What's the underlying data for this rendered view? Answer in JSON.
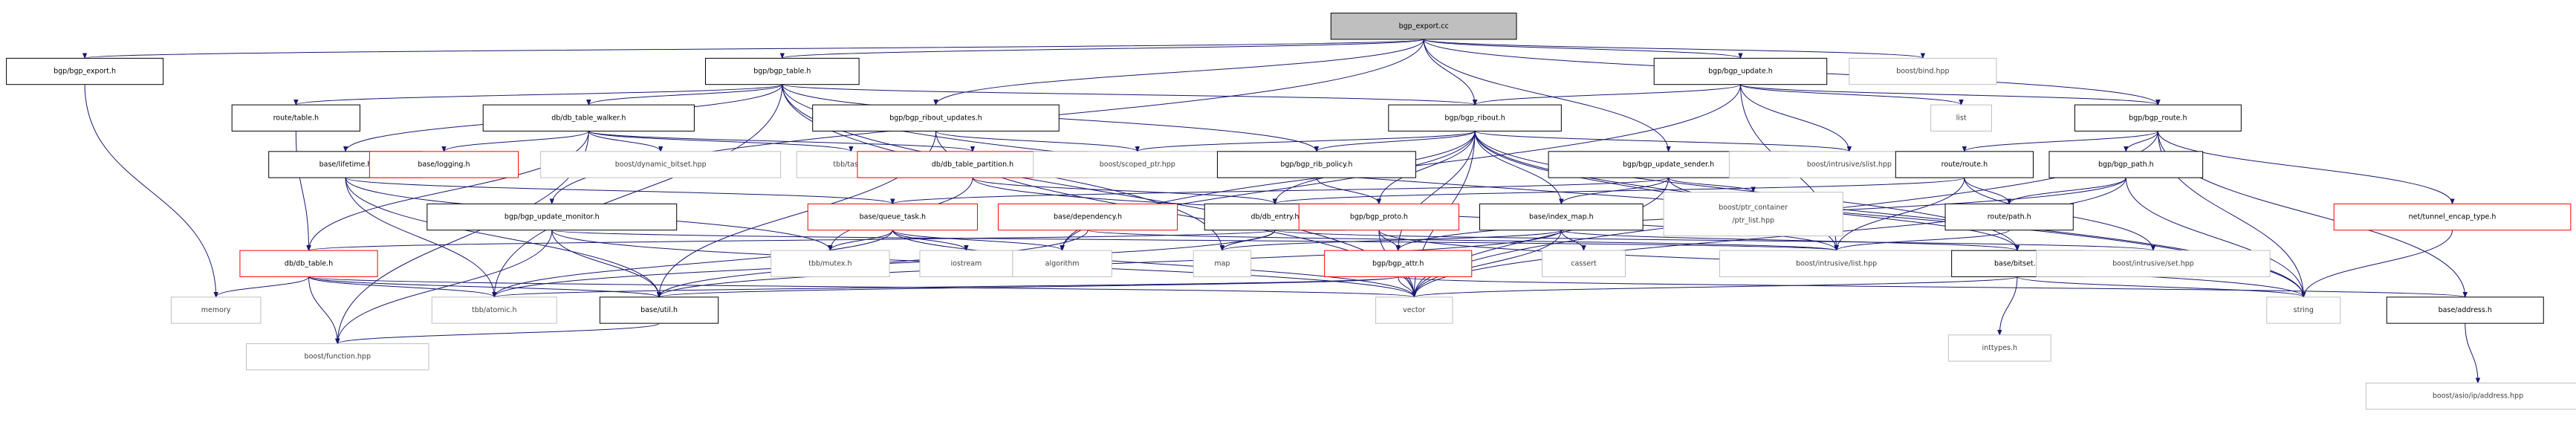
{
  "colors": {
    "edge": "#191970",
    "box_border": "#000000",
    "missing_border": "#bfbfbf",
    "red_border": "#ff0000",
    "root_fill": "#bfbfbf",
    "fill": "#ffffff",
    "text": "#000000",
    "missing_text": "#404040"
  },
  "nodes": [
    {
      "id": "bgp_export_cc",
      "label": "bgp_export.cc",
      "kind": "root"
    },
    {
      "id": "bgp_export_h",
      "label": "bgp/bgp_export.h",
      "kind": "normal"
    },
    {
      "id": "bgp_table_h",
      "label": "bgp/bgp_table.h",
      "kind": "normal"
    },
    {
      "id": "bgp_update_h",
      "label": "bgp/bgp_update.h",
      "kind": "normal"
    },
    {
      "id": "boost_bind",
      "label": "boost/bind.hpp",
      "kind": "missing"
    },
    {
      "id": "route_table_h",
      "label": "route/table.h",
      "kind": "normal"
    },
    {
      "id": "db_table_walker_h",
      "label": "db/db_table_walker.h",
      "kind": "normal"
    },
    {
      "id": "bgp_ribout_updates_h",
      "label": "bgp/bgp_ribout_updates.h",
      "kind": "normal"
    },
    {
      "id": "bgp_ribout_h",
      "label": "bgp/bgp_ribout.h",
      "kind": "normal"
    },
    {
      "id": "list",
      "label": "list",
      "kind": "missing"
    },
    {
      "id": "bgp_route_h",
      "label": "bgp/bgp_route.h",
      "kind": "normal"
    },
    {
      "id": "base_lifetime_h",
      "label": "base/lifetime.h",
      "kind": "normal"
    },
    {
      "id": "base_logging_h",
      "label": "base/logging.h",
      "kind": "red"
    },
    {
      "id": "boost_dynamic_bitset",
      "label": "boost/dynamic_bitset.hpp",
      "kind": "missing"
    },
    {
      "id": "tbb_task_h",
      "label": "tbb/task.h",
      "kind": "missing"
    },
    {
      "id": "db_table_partition_h",
      "label": "db/db_table_partition.h",
      "kind": "red"
    },
    {
      "id": "boost_scoped_ptr",
      "label": "boost/scoped_ptr.hpp",
      "kind": "missing"
    },
    {
      "id": "bgp_rib_policy_h",
      "label": "bgp/bgp_rib_policy.h",
      "kind": "normal"
    },
    {
      "id": "bgp_update_sender_h",
      "label": "bgp/bgp_update_sender.h",
      "kind": "normal"
    },
    {
      "id": "boost_intrusive_slist",
      "label": "boost/intrusive/slist.hpp",
      "kind": "missing"
    },
    {
      "id": "route_route_h",
      "label": "route/route.h",
      "kind": "normal"
    },
    {
      "id": "bgp_path_h",
      "label": "bgp/bgp_path.h",
      "kind": "normal"
    },
    {
      "id": "net_tunnel_encap_type_h",
      "label": "net/tunnel_encap_type.h",
      "kind": "red"
    },
    {
      "id": "bgp_update_monitor_h",
      "label": "bgp/bgp_update_monitor.h",
      "kind": "normal"
    },
    {
      "id": "base_queue_task_h",
      "label": "base/queue_task.h",
      "kind": "red"
    },
    {
      "id": "base_dependency_h",
      "label": "base/dependency.h",
      "kind": "red"
    },
    {
      "id": "db_db_entry_h",
      "label": "db/db_entry.h",
      "kind": "normal"
    },
    {
      "id": "bgp_bgp_proto_h",
      "label": "bgp/bgp_proto.h",
      "kind": "red"
    },
    {
      "id": "base_index_map_h",
      "label": "base/index_map.h",
      "kind": "normal"
    },
    {
      "id": "boost_ptr_container",
      "label": "boost/ptr_container\n/ptr_list.hpp",
      "kind": "missing"
    },
    {
      "id": "route_path_h",
      "label": "route/path.h",
      "kind": "normal"
    },
    {
      "id": "db_db_table_h",
      "label": "db/db_table.h",
      "kind": "red"
    },
    {
      "id": "tbb_mutex_h",
      "label": "tbb/mutex.h",
      "kind": "missing"
    },
    {
      "id": "iostream",
      "label": "iostream",
      "kind": "missing"
    },
    {
      "id": "algorithm",
      "label": "algorithm",
      "kind": "missing"
    },
    {
      "id": "map",
      "label": "map",
      "kind": "missing"
    },
    {
      "id": "cassert",
      "label": "cassert",
      "kind": "missing"
    },
    {
      "id": "boost_intrusive_list",
      "label": "boost/intrusive/list.hpp",
      "kind": "missing"
    },
    {
      "id": "base_bitset_h",
      "label": "base/bitset.h",
      "kind": "normal"
    },
    {
      "id": "boost_intrusive_set",
      "label": "boost/intrusive/set.hpp",
      "kind": "missing"
    },
    {
      "id": "bgp_bgp_attr_h",
      "label": "bgp/bgp_attr.h",
      "kind": "red"
    },
    {
      "id": "memory",
      "label": "memory",
      "kind": "missing"
    },
    {
      "id": "tbb_atomic_h",
      "label": "tbb/atomic.h",
      "kind": "missing"
    },
    {
      "id": "base_util_h",
      "label": "base/util.h",
      "kind": "normal"
    },
    {
      "id": "vector",
      "label": "vector",
      "kind": "missing"
    },
    {
      "id": "inttypes_h",
      "label": "inttypes.h",
      "kind": "missing"
    },
    {
      "id": "string",
      "label": "string",
      "kind": "missing"
    },
    {
      "id": "base_address_h",
      "label": "base/address.h",
      "kind": "normal"
    },
    {
      "id": "boost_function",
      "label": "boost/function.hpp",
      "kind": "missing"
    },
    {
      "id": "boost_asio_ip_address",
      "label": "boost/asio/ip/address.hpp",
      "kind": "missing"
    }
  ],
  "edges": [
    [
      "bgp_export_cc",
      "bgp_export_h"
    ],
    [
      "bgp_export_cc",
      "bgp_table_h"
    ],
    [
      "bgp_export_cc",
      "bgp_update_h"
    ],
    [
      "bgp_export_cc",
      "boost_bind"
    ],
    [
      "bgp_export_cc",
      "bgp_ribout_updates_h"
    ],
    [
      "bgp_export_cc",
      "bgp_ribout_h"
    ],
    [
      "bgp_export_cc",
      "bgp_update_sender_h"
    ],
    [
      "bgp_export_cc",
      "bgp_update_monitor_h"
    ],
    [
      "bgp_export_cc",
      "bgp_route_h"
    ],
    [
      "bgp_export_h",
      "memory"
    ],
    [
      "bgp_table_h",
      "route_table_h"
    ],
    [
      "bgp_table_h",
      "db_table_walker_h"
    ],
    [
      "bgp_table_h",
      "bgp_ribout_h"
    ],
    [
      "bgp_table_h",
      "bgp_rib_policy_h"
    ],
    [
      "bgp_table_h",
      "base_lifetime_h"
    ],
    [
      "bgp_table_h",
      "tbb_atomic_h"
    ],
    [
      "bgp_table_h",
      "vector"
    ],
    [
      "bgp_table_h",
      "map"
    ],
    [
      "bgp_table_h",
      "string"
    ],
    [
      "bgp_update_h",
      "bgp_ribout_h"
    ],
    [
      "bgp_update_h",
      "list"
    ],
    [
      "bgp_update_h",
      "bgp_route_h"
    ],
    [
      "bgp_update_h",
      "boost_intrusive_list"
    ],
    [
      "bgp_update_h",
      "boost_intrusive_slist"
    ],
    [
      "bgp_update_h",
      "algorithm"
    ],
    [
      "route_table_h",
      "db_db_table_h"
    ],
    [
      "db_table_walker_h",
      "base_logging_h"
    ],
    [
      "db_table_walker_h",
      "boost_dynamic_bitset"
    ],
    [
      "db_table_walker_h",
      "tbb_task_h"
    ],
    [
      "db_table_walker_h",
      "db_table_partition_h"
    ],
    [
      "db_table_walker_h",
      "db_db_table_h"
    ],
    [
      "db_table_walker_h",
      "boost_function"
    ],
    [
      "bgp_ribout_updates_h",
      "boost_scoped_ptr"
    ],
    [
      "bgp_ribout_updates_h",
      "base_util_h"
    ],
    [
      "bgp_ribout_updates_h",
      "vector"
    ],
    [
      "bgp_ribout_h",
      "boost_scoped_ptr"
    ],
    [
      "bgp_ribout_h",
      "bgp_rib_policy_h"
    ],
    [
      "bgp_ribout_h",
      "boost_intrusive_slist"
    ],
    [
      "bgp_ribout_h",
      "db_db_entry_h"
    ],
    [
      "bgp_ribout_h",
      "bgp_bgp_proto_h"
    ],
    [
      "bgp_ribout_h",
      "base_index_map_h"
    ],
    [
      "bgp_ribout_h",
      "bgp_bgp_attr_h"
    ],
    [
      "bgp_ribout_h",
      "base_bitset_h"
    ],
    [
      "bgp_ribout_h",
      "vector"
    ],
    [
      "bgp_ribout_h",
      "algorithm"
    ],
    [
      "bgp_ribout_h",
      "string"
    ],
    [
      "bgp_ribout_h",
      "boost_intrusive_list"
    ],
    [
      "bgp_route_h",
      "route_route_h"
    ],
    [
      "bgp_route_h",
      "bgp_path_h"
    ],
    [
      "bgp_route_h",
      "net_tunnel_encap_type_h"
    ],
    [
      "bgp_route_h",
      "base_address_h"
    ],
    [
      "bgp_route_h",
      "vector"
    ],
    [
      "bgp_route_h",
      "string"
    ],
    [
      "base_lifetime_h",
      "base_queue_task_h"
    ],
    [
      "base_lifetime_h",
      "tbb_mutex_h"
    ],
    [
      "base_lifetime_h",
      "tbb_atomic_h"
    ],
    [
      "base_lifetime_h",
      "base_util_h"
    ],
    [
      "db_table_partition_h",
      "db_db_entry_h"
    ],
    [
      "db_table_partition_h",
      "tbb_mutex_h"
    ],
    [
      "db_table_partition_h",
      "boost_intrusive_list"
    ],
    [
      "bgp_rib_policy_h",
      "bgp_bgp_proto_h"
    ],
    [
      "bgp_update_sender_h",
      "base_queue_task_h"
    ],
    [
      "bgp_update_sender_h",
      "base_index_map_h"
    ],
    [
      "bgp_update_sender_h",
      "boost_ptr_container"
    ],
    [
      "bgp_update_sender_h",
      "base_bitset_h"
    ],
    [
      "bgp_update_sender_h",
      "vector"
    ],
    [
      "route_route_h",
      "route_path_h"
    ],
    [
      "route_route_h",
      "db_db_entry_h"
    ],
    [
      "route_route_h",
      "boost_intrusive_set"
    ],
    [
      "route_route_h",
      "boost_intrusive_list"
    ],
    [
      "bgp_path_h",
      "route_path_h"
    ],
    [
      "bgp_path_h",
      "bgp_bgp_attr_h"
    ],
    [
      "bgp_path_h",
      "vector"
    ],
    [
      "bgp_path_h",
      "string"
    ],
    [
      "net_tunnel_encap_type_h",
      "string"
    ],
    [
      "bgp_update_monitor_h",
      "boost_function"
    ],
    [
      "bgp_update_monitor_h",
      "base_util_h"
    ],
    [
      "bgp_update_monitor_h",
      "vector"
    ],
    [
      "bgp_update_monitor_h",
      "boost_intrusive_list"
    ],
    [
      "base_queue_task_h",
      "tbb_mutex_h"
    ],
    [
      "base_queue_task_h",
      "iostream"
    ],
    [
      "base_queue_task_h",
      "algorithm"
    ],
    [
      "base_queue_task_h",
      "tbb_atomic_h"
    ],
    [
      "base_queue_task_h",
      "vector"
    ],
    [
      "base_dependency_h",
      "base_util_h"
    ],
    [
      "base_dependency_h",
      "boost_intrusive_list"
    ],
    [
      "db_db_entry_h",
      "db_db_table_h"
    ],
    [
      "db_db_entry_h",
      "map"
    ],
    [
      "db_db_entry_h",
      "tbb_atomic_h"
    ],
    [
      "db_db_entry_h",
      "boost_intrusive_set"
    ],
    [
      "bgp_bgp_proto_h",
      "bgp_bgp_attr_h"
    ],
    [
      "bgp_bgp_proto_h",
      "vector"
    ],
    [
      "bgp_bgp_proto_h",
      "string"
    ],
    [
      "base_index_map_h",
      "map"
    ],
    [
      "base_index_map_h",
      "cassert"
    ],
    [
      "base_index_map_h",
      "base_util_h"
    ],
    [
      "base_index_map_h",
      "vector"
    ],
    [
      "base_index_map_h",
      "base_bitset_h"
    ],
    [
      "route_path_h",
      "boost_intrusive_list"
    ],
    [
      "db_db_table_h",
      "memory"
    ],
    [
      "db_db_table_h",
      "tbb_atomic_h"
    ],
    [
      "db_db_table_h",
      "base_util_h"
    ],
    [
      "db_db_table_h",
      "vector"
    ],
    [
      "db_db_table_h",
      "boost_function"
    ],
    [
      "base_bitset_h",
      "inttypes_h"
    ],
    [
      "base_bitset_h",
      "string"
    ],
    [
      "base_bitset_h",
      "vector"
    ],
    [
      "bgp_bgp_attr_h",
      "base_util_h"
    ],
    [
      "bgp_bgp_attr_h",
      "vector"
    ],
    [
      "bgp_bgp_attr_h",
      "base_address_h"
    ],
    [
      "bgp_bgp_attr_h",
      "tbb_atomic_h"
    ],
    [
      "base_util_h",
      "boost_function"
    ],
    [
      "base_address_h",
      "boost_asio_ip_address"
    ]
  ]
}
